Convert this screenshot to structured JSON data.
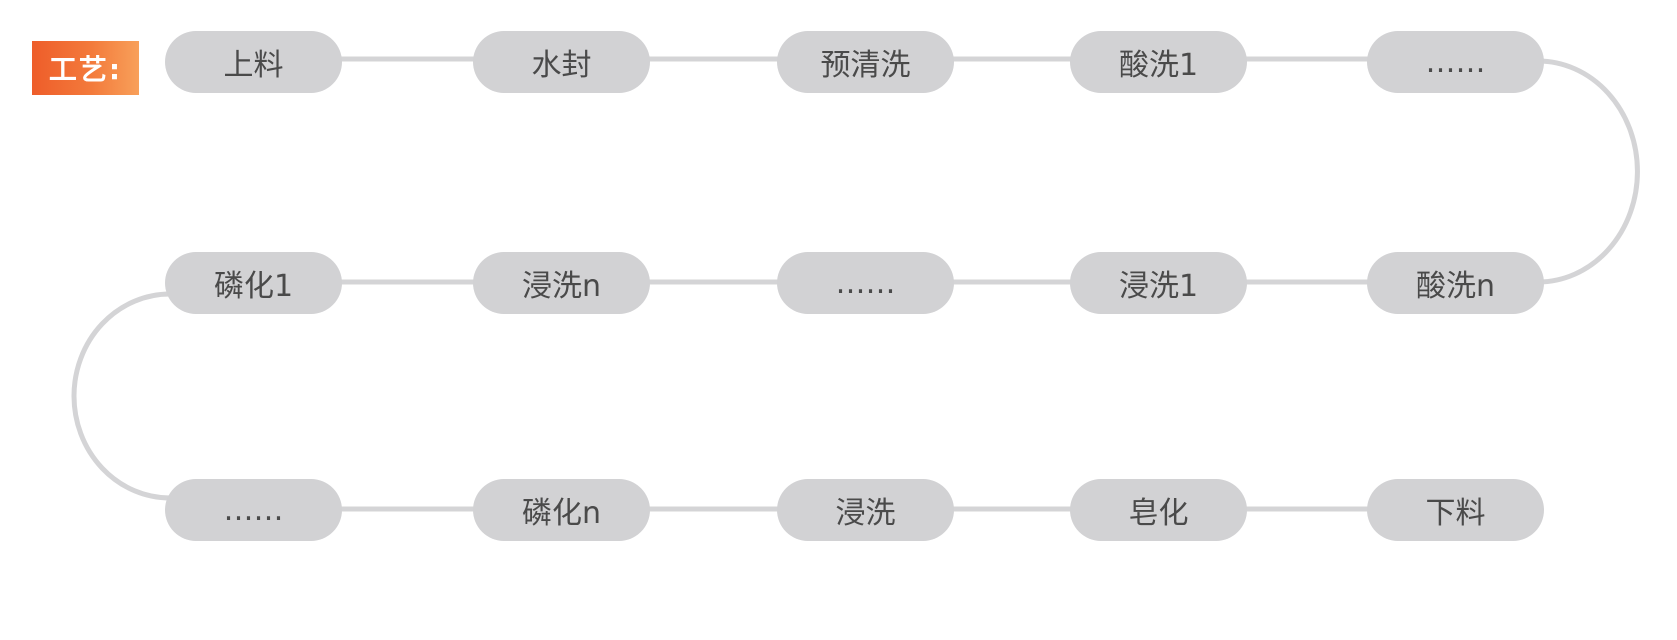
{
  "label": "工艺:",
  "rows": [
    [
      "上料",
      "水封",
      "预清洗",
      "酸洗1",
      "……"
    ],
    [
      "磷化1",
      "浸洗n",
      "……",
      "浸洗1",
      "酸洗n"
    ],
    [
      "……",
      "磷化n",
      "浸洗",
      "皂化",
      "下料"
    ]
  ],
  "colors": {
    "label_start": "#ee5d2a",
    "label_end": "#f8a05a",
    "step_fill": "#d2d2d4",
    "connector": "#d4d4d6",
    "step_text": "#4a4a4a"
  }
}
